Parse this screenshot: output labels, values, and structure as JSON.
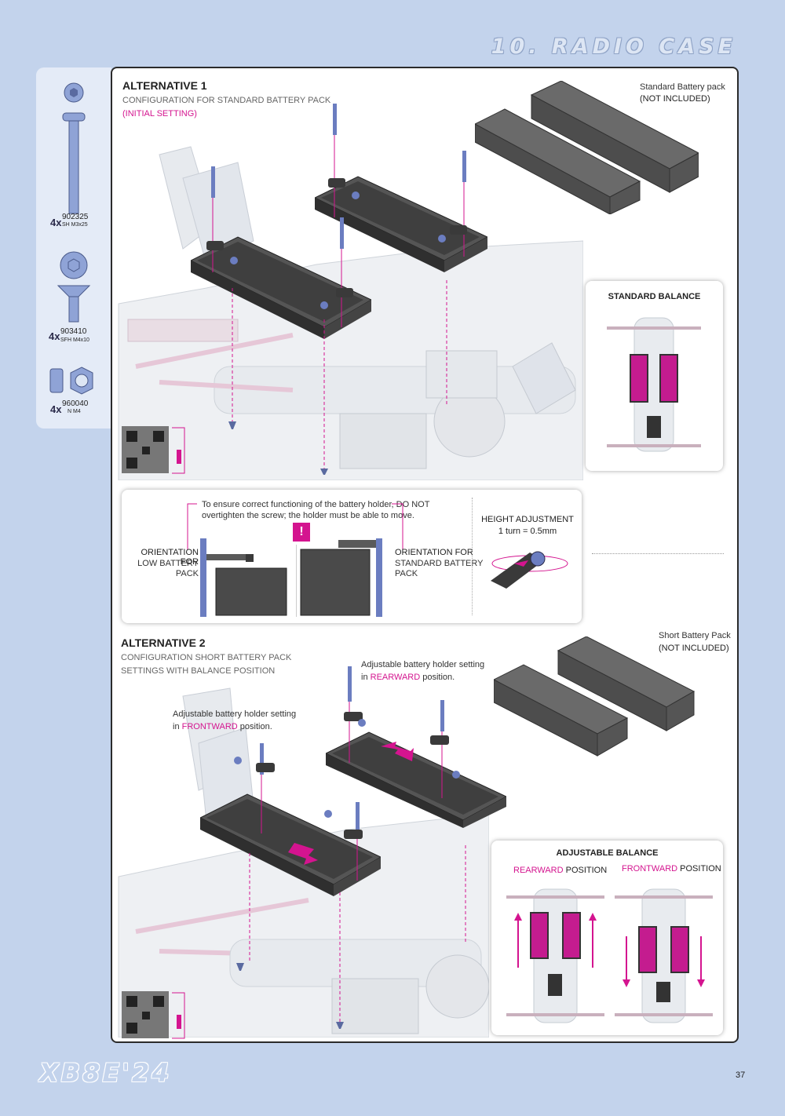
{
  "section_title": "10. RADIO CASE",
  "parts": [
    {
      "qty": "4x",
      "code": "902325",
      "desc": "SH M3x25",
      "icon": "button-head-screw-icon"
    },
    {
      "qty": "4x",
      "code": "903410",
      "desc": "SFH M4x10",
      "icon": "flat-head-screw-icon"
    },
    {
      "qty": "4x",
      "code": "960040",
      "desc": "N M4",
      "icon": "nut-icon"
    }
  ],
  "alt1": {
    "title": "ALTERNATIVE 1",
    "subtitle": "CONFIGURATION FOR STANDARD BATTERY PACK",
    "note": "(INITIAL SETTING)",
    "battery_label": "Standard Battery pack",
    "battery_note": "(NOT INCLUDED)",
    "balance_title": "STANDARD BALANCE"
  },
  "info_panel": {
    "warning_line1": "To ensure correct functioning of the battery holder, DO NOT",
    "warning_line2": "overtighten the screw; the holder must be able to move.",
    "orient_low_prefix": "ORIENTATION FOR",
    "orient_low_1": "LOW BATTERY",
    "orient_low_2": "PACK",
    "orient_std_prefix": "ORIENTATION FOR",
    "orient_std_1": "STANDARD BATTERY",
    "orient_std_2": "PACK",
    "height_title": "HEIGHT ADJUSTMENT",
    "height_value": "1 turn = 0.5mm",
    "warn_symbol": "!"
  },
  "alt2": {
    "title": "ALTERNATIVE 2",
    "subtitle1": "CONFIGURATION SHORT BATTERY PACK",
    "subtitle2": "SETTINGS WITH BALANCE POSITION",
    "battery_label": "Short Battery Pack",
    "battery_note": "(NOT INCLUDED)",
    "rear_note_line1": "Adjustable battery holder setting",
    "rear_note_in": "in",
    "rear_note_word": "REARWARD",
    "rear_note_end": "position.",
    "front_note_line1": "Adjustable battery holder setting",
    "front_note_in": "in",
    "front_note_word": "FRONTWARD",
    "front_note_end": "position.",
    "balance_title": "ADJUSTABLE BALANCE",
    "rear_pos_word": "REARWARD",
    "front_pos_word": "FRONTWARD",
    "position_word": "POSITION"
  },
  "footer": {
    "logo": "XB8E'24",
    "page_number": "37"
  },
  "colors": {
    "accent_magenta": "#d4148f",
    "accent_cyan": "#1aa9d6",
    "page_bg": "#c3d3ec",
    "holder_dark": "#3a3a3a"
  }
}
